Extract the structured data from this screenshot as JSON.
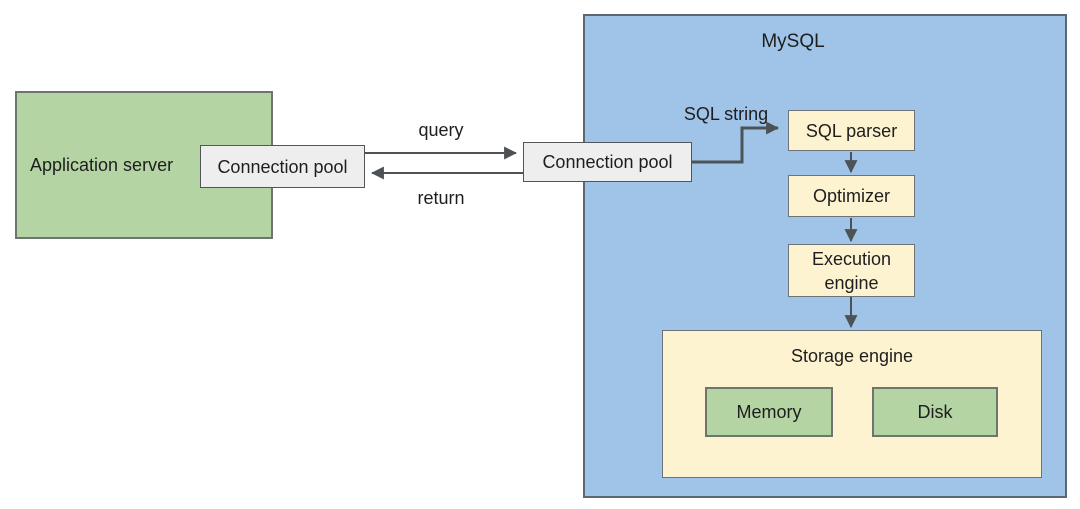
{
  "diagram": {
    "app_server": {
      "label": "Application server"
    },
    "conn_pool_left": {
      "label": "Connection pool"
    },
    "conn_pool_right": {
      "label": "Connection pool"
    },
    "edges": {
      "query": "query",
      "return": "return",
      "sql_string": "SQL string"
    },
    "mysql": {
      "title": "MySQL",
      "sql_parser": "SQL parser",
      "optimizer": "Optimizer",
      "execution_engine": "Execution engine",
      "storage_engine": {
        "title": "Storage engine",
        "memory": "Memory",
        "disk": "Disk"
      }
    },
    "colors": {
      "green_fill": "#b4d4a4",
      "blue_fill": "#9fc4e7",
      "yellow_fill": "#fdf3d0",
      "grey_fill": "#eeeeee",
      "arrow": "#4d5257",
      "text": "#1e1e1e"
    }
  }
}
